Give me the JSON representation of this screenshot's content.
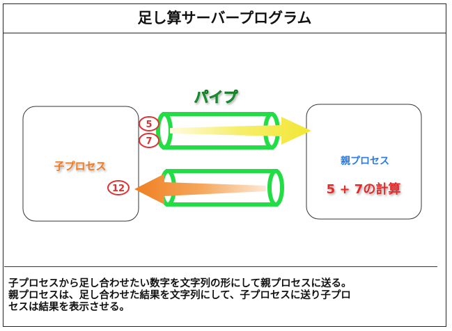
{
  "title": "足し算サーバープログラム",
  "pipe_label": "パイプ",
  "child_label": "子プロセス",
  "parent_label": "親プロセス",
  "calc_label": "5 + 7の計算",
  "input_values": [
    "5",
    "7"
  ],
  "result_value": "12",
  "caption_lines": [
    "子プロセスから足し合わせたい数字を文字列の形にして親プロセスに送る。",
    "親プロセスは、足し合わせた結果を文字列にして、子プロセスに送り子プロ",
    "セスは結果を表示させる。"
  ],
  "colors": {
    "pipe": "#22dd44",
    "arrow_to_parent": "#f2ea44",
    "arrow_to_child": "#f08a2c",
    "child_label": "#f07a20",
    "parent_label": "#2a7ae0",
    "calc_label": "#e52a2a",
    "circle": "#e03030"
  }
}
